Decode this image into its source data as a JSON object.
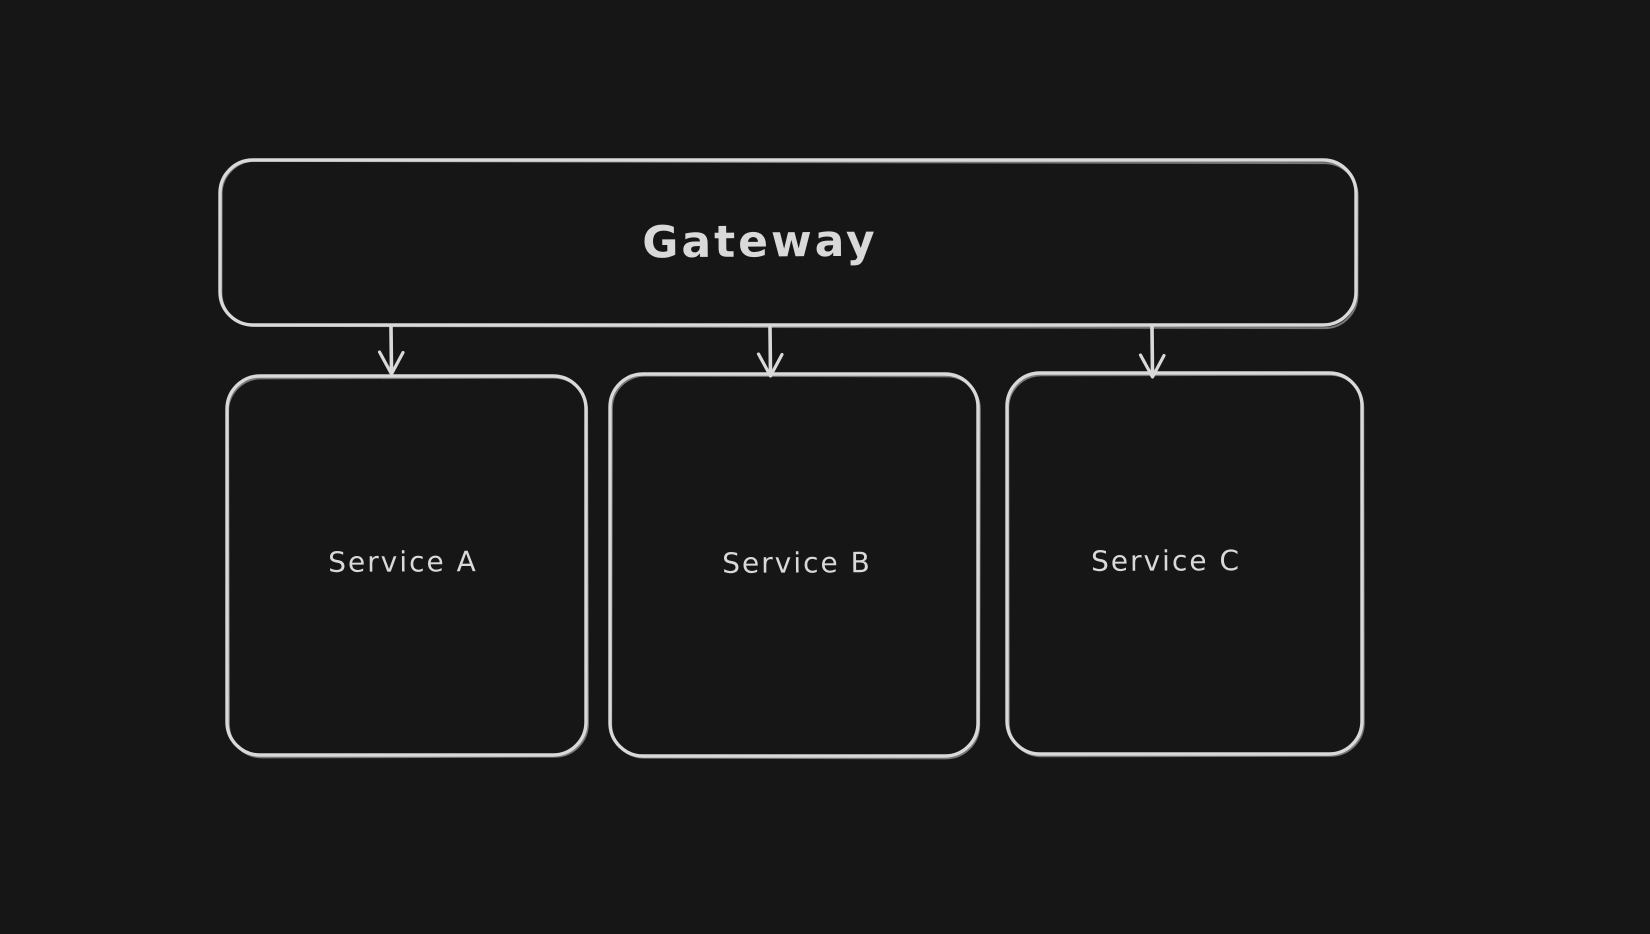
{
  "theme": {
    "canvas_bg": "#161616",
    "stroke_color": "#d9d9d9",
    "text_color": "#d9d9d9"
  },
  "diagram": {
    "type": "flowchart",
    "style": "hand-drawn-dark",
    "nodes": [
      {
        "id": "gateway",
        "label": "Gateway",
        "shape": "rounded-rectangle"
      },
      {
        "id": "service-a",
        "label": "Service A",
        "shape": "rounded-rectangle"
      },
      {
        "id": "service-b",
        "label": "Service B",
        "shape": "rounded-rectangle"
      },
      {
        "id": "service-c",
        "label": "Service C",
        "shape": "rounded-rectangle"
      }
    ],
    "edges": [
      {
        "from": "gateway",
        "to": "service-a",
        "type": "arrow",
        "direction": "down"
      },
      {
        "from": "gateway",
        "to": "service-b",
        "type": "arrow",
        "direction": "down"
      },
      {
        "from": "gateway",
        "to": "service-c",
        "type": "arrow",
        "direction": "down"
      }
    ]
  }
}
